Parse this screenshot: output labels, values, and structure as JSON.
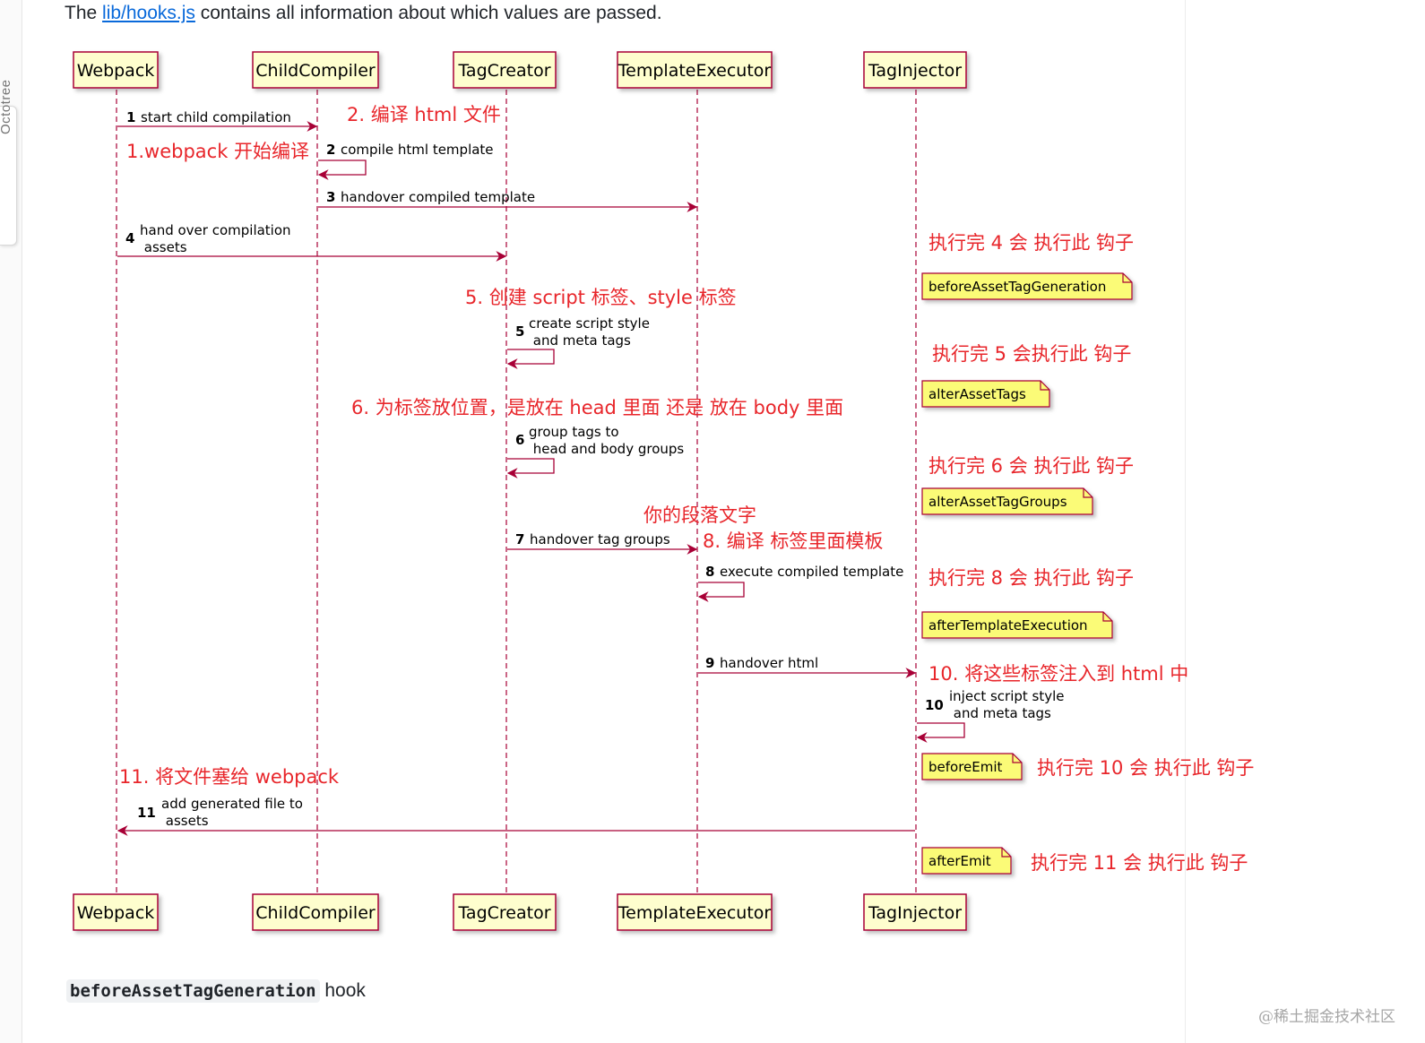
{
  "intro": {
    "prefix": "The ",
    "link_text": "lib/hooks.js",
    "suffix": " contains all information about which values are passed."
  },
  "sidebar": {
    "label": "Octotree"
  },
  "participants": [
    {
      "id": "webpack",
      "label": "Webpack"
    },
    {
      "id": "childcompiler",
      "label": "ChildCompiler"
    },
    {
      "id": "tagcreator",
      "label": "TagCreator"
    },
    {
      "id": "templateexecutor",
      "label": "TemplateExecutor"
    },
    {
      "id": "taginjector",
      "label": "TagInjector"
    }
  ],
  "messages": [
    {
      "num": "1",
      "lines": [
        "start child compilation"
      ]
    },
    {
      "num": "2",
      "lines": [
        "compile html template"
      ]
    },
    {
      "num": "3",
      "lines": [
        "handover compiled template"
      ]
    },
    {
      "num": "4",
      "lines": [
        "hand over compilation",
        " assets"
      ]
    },
    {
      "num": "5",
      "lines": [
        "create script style",
        " and meta tags"
      ]
    },
    {
      "num": "6",
      "lines": [
        "group tags to",
        " head and body groups"
      ]
    },
    {
      "num": "7",
      "lines": [
        "handover tag groups"
      ]
    },
    {
      "num": "8",
      "lines": [
        "execute compiled template"
      ]
    },
    {
      "num": "9",
      "lines": [
        "handover html"
      ]
    },
    {
      "num": "10",
      "lines": [
        "inject script style",
        " and meta tags"
      ]
    },
    {
      "num": "11",
      "lines": [
        "add generated file to",
        " assets"
      ]
    }
  ],
  "notes": [
    "beforeAssetTagGeneration",
    "alterAssetTags",
    "alterAssetTagGroups",
    "afterTemplateExecution",
    "beforeEmit",
    "afterEmit"
  ],
  "annotations": [
    "2. 编译 html 文件",
    "1.webpack 开始编译",
    "执行完 4 会 执行此 钩子",
    "5.  创建 script 标签、style 标签",
    "执行完 5 会执行此 钩子",
    "6. 为标签放位置，是放在 head 里面 还是 放在 body 里面",
    "执行完 6 会 执行此 钩子",
    "你的段落文字",
    "8. 编译 标签里面模板",
    "执行完 8 会 执行此 钩子",
    "10. 将这些标签注入到 html 中",
    "11. 将文件塞给 webpack",
    "执行完 10 会 执行此 钩子",
    "执行完 11 会 执行此 钩子"
  ],
  "colors": {
    "participant_fill": "#fefece",
    "participant_stroke": "#a80036",
    "lifeline": "#a80036",
    "arrow": "#a80036",
    "note_fill": "#fbfb77",
    "annotation": "#e8262b",
    "link": "#0969da"
  },
  "heading": {
    "code": "beforeAssetTagGeneration",
    "suffix": " hook"
  },
  "watermark": "@稀土掘金技术社区"
}
